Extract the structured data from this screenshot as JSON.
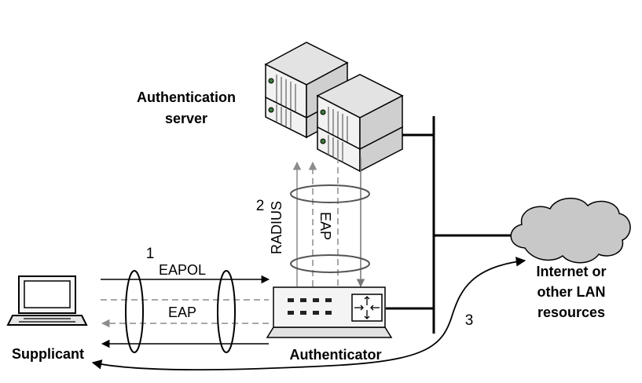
{
  "labels": {
    "auth_server_line1": "Authentication",
    "auth_server_line2": "server",
    "supplicant": "Supplicant",
    "authenticator": "Authenticator",
    "internet_line1": "Internet or",
    "internet_line2": "other LAN",
    "internet_line3": "resources"
  },
  "links": {
    "eapol": "EAPOL",
    "eap_lower": "EAP",
    "radius": "RADIUS",
    "eap_vertical": "EAP"
  },
  "steps": [
    "1",
    "2",
    "3"
  ],
  "colors": {
    "stroke": "#000000",
    "gray_arrow": "#8c8c8c",
    "cloud_fill": "#c8c8c8",
    "server_front": "#f2f2f2",
    "server_side": "#cfcfcf",
    "server_top": "#e3e3e3"
  },
  "icons": {
    "supplicant": "laptop-icon",
    "authenticator": "switch-icon",
    "auth_server": "server-rack-icon",
    "internet": "cloud-icon"
  }
}
